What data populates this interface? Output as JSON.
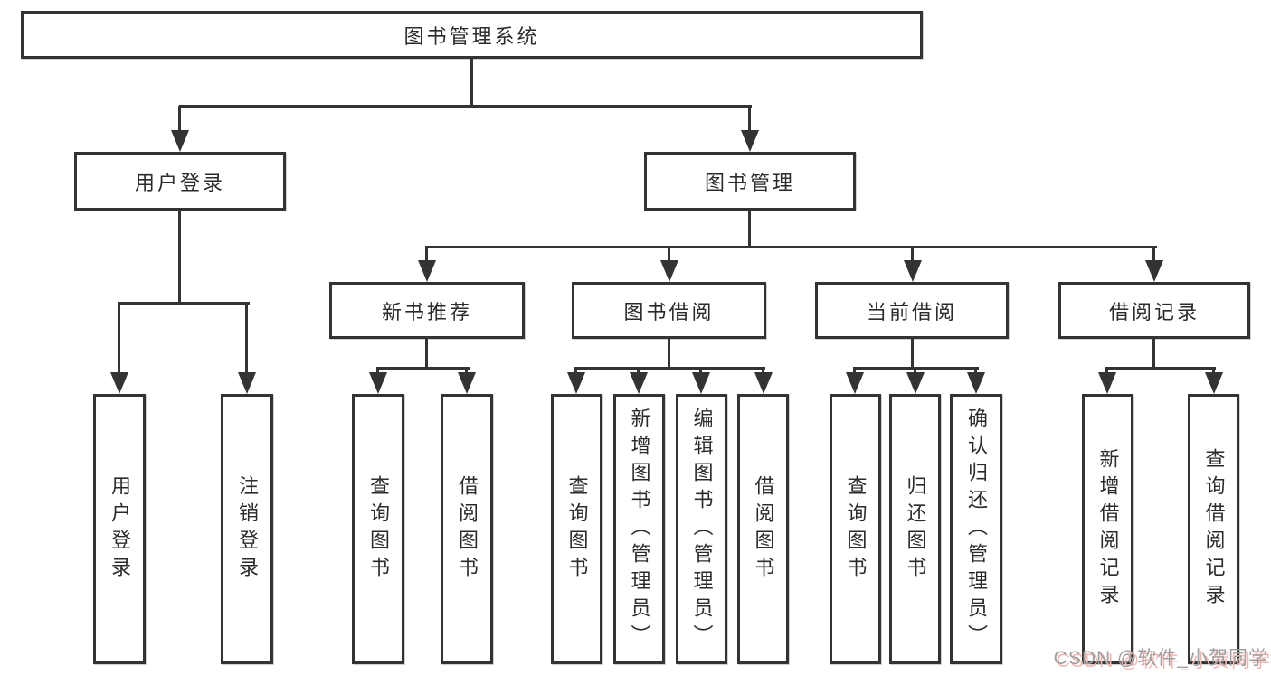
{
  "diagram_title": "图书管理系统",
  "tree": {
    "root": {
      "label": "图书管理系统",
      "children": [
        {
          "label": "用户登录",
          "children": [
            {
              "label": "用户登录"
            },
            {
              "label": "注销登录"
            }
          ]
        },
        {
          "label": "图书管理",
          "children": [
            {
              "label": "新书推荐",
              "children": [
                {
                  "label": "查询图书"
                },
                {
                  "label": "借阅图书"
                }
              ]
            },
            {
              "label": "图书借阅",
              "children": [
                {
                  "label": "查询图书"
                },
                {
                  "label": "新增图书（管理员）"
                },
                {
                  "label": "编辑图书（管理员）"
                },
                {
                  "label": "借阅图书"
                }
              ]
            },
            {
              "label": "当前借阅",
              "children": [
                {
                  "label": "查询图书"
                },
                {
                  "label": "归还图书"
                },
                {
                  "label": "确认归还（管理员）"
                }
              ]
            },
            {
              "label": "借阅记录",
              "children": [
                {
                  "label": "新增借阅记录"
                },
                {
                  "label": "查询借阅记录"
                }
              ]
            }
          ]
        }
      ]
    }
  },
  "watermark": {
    "text": "CSDN @软件_小贺同学",
    "text_color": "#9f9f9f",
    "shadow_color": "#f5b6b2"
  },
  "colors": {
    "line": "#333333",
    "box_background": "#ffffff",
    "page_background": "#ffffff"
  }
}
